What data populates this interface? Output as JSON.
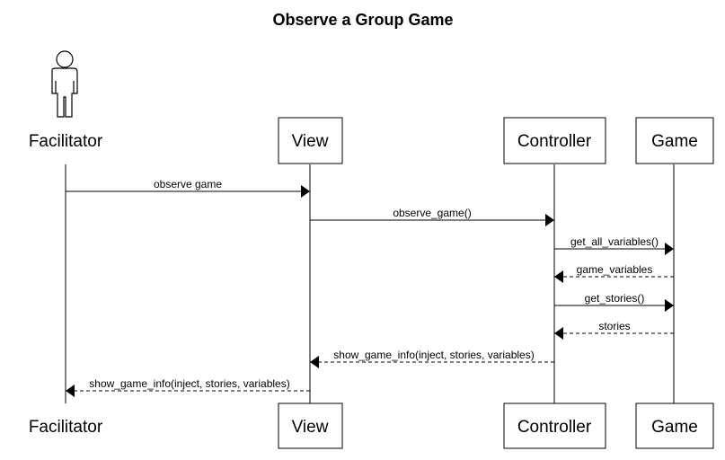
{
  "title": "Observe a Group Game",
  "participants": [
    {
      "id": "facilitator",
      "label": "Facilitator",
      "kind": "actor"
    },
    {
      "id": "view",
      "label": "View",
      "kind": "box"
    },
    {
      "id": "controller",
      "label": "Controller",
      "kind": "box"
    },
    {
      "id": "game",
      "label": "Game",
      "kind": "box"
    }
  ],
  "messages": [
    {
      "from": "facilitator",
      "to": "view",
      "label": "observe game",
      "style": "solid"
    },
    {
      "from": "view",
      "to": "controller",
      "label": "observe_game()",
      "style": "solid"
    },
    {
      "from": "controller",
      "to": "game",
      "label": "get_all_variables()",
      "style": "solid"
    },
    {
      "from": "game",
      "to": "controller",
      "label": "game_variables",
      "style": "dashed"
    },
    {
      "from": "controller",
      "to": "game",
      "label": "get_stories()",
      "style": "solid"
    },
    {
      "from": "game",
      "to": "controller",
      "label": "stories",
      "style": "dashed"
    },
    {
      "from": "controller",
      "to": "view",
      "label": "show_game_info(inject, stories, variables)",
      "style": "dashed"
    },
    {
      "from": "view",
      "to": "facilitator",
      "label": "show_game_info(inject, stories, variables)",
      "style": "dashed"
    }
  ]
}
